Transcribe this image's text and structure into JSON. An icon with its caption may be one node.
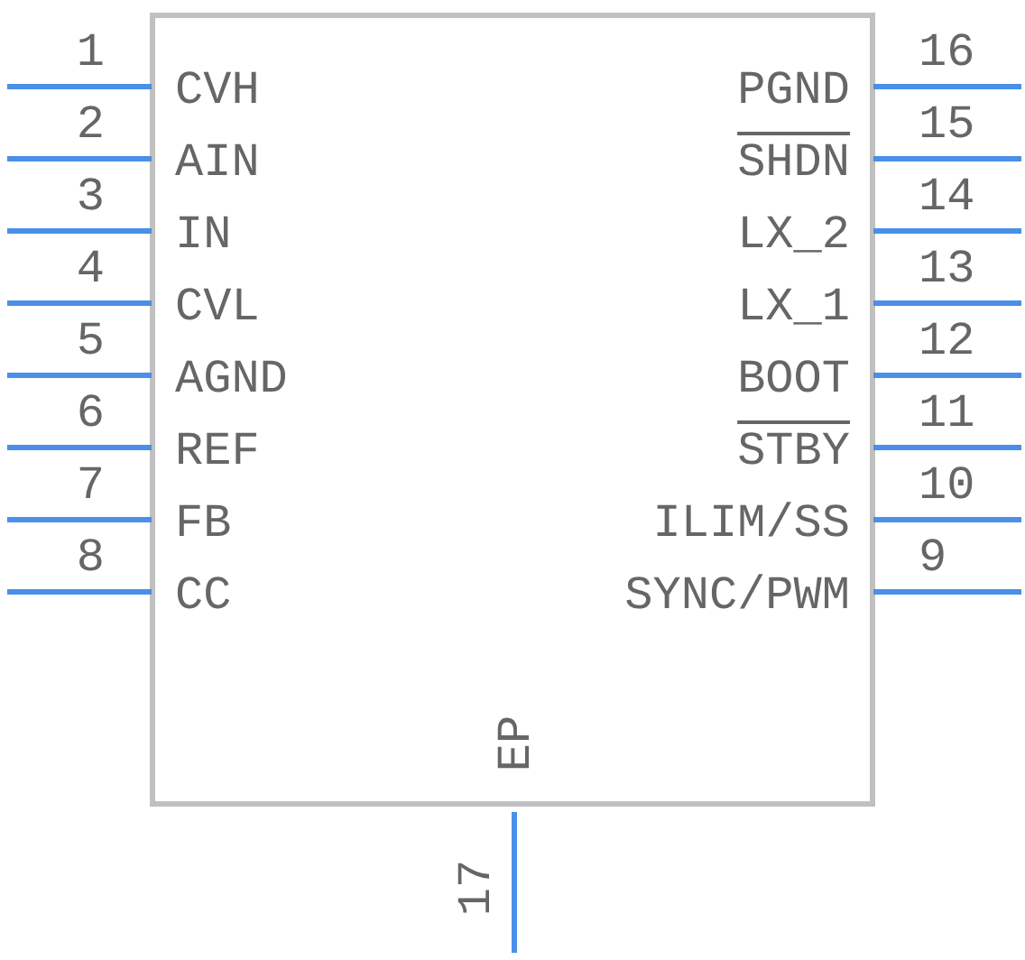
{
  "diagram": {
    "labels": [
      "1",
      "CVH",
      "PGND",
      "16",
      "2",
      "AIN",
      "SHDN",
      "15",
      "3",
      "IN",
      "LX_2",
      "14",
      "4",
      "CVL",
      "LX_1",
      "13",
      "5",
      "AGND",
      "BOOT",
      "12",
      "6",
      "REF",
      "STBY",
      "11",
      "7",
      "FB",
      "ILIM/SS",
      "10",
      "8",
      "CC",
      "SYNC/PWM",
      "9",
      "EP",
      "17"
    ]
  }
}
